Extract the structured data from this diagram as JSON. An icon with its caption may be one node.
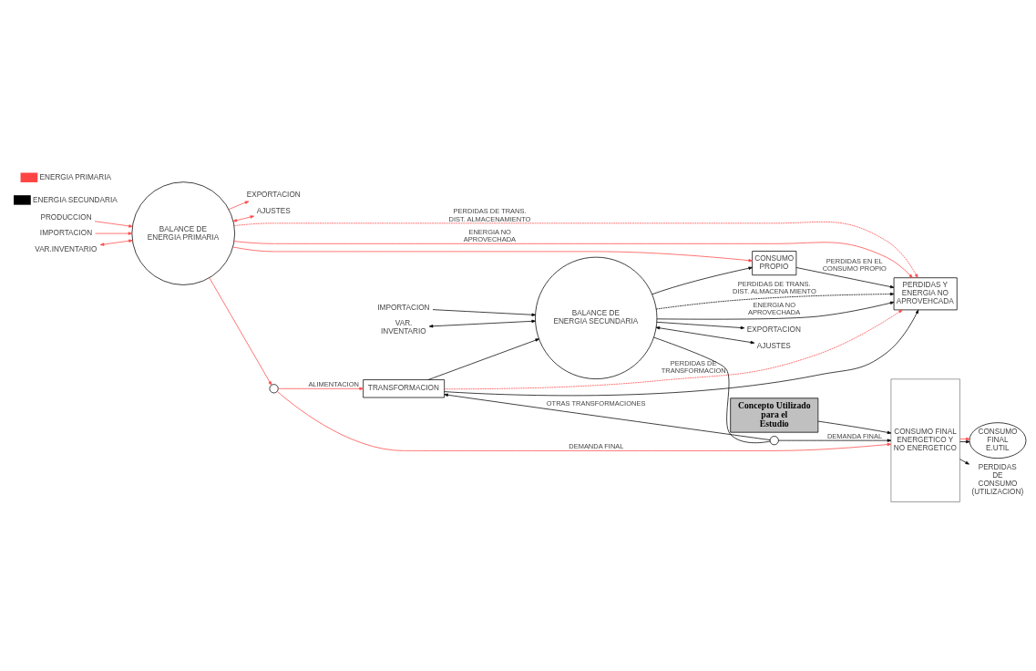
{
  "diagram": {
    "nodes": [
      {
        "text": [
          "BALANCE DE ENERGIA PRIMARIA"
        ]
      },
      {
        "text": [
          "PRODUCCION"
        ]
      },
      {
        "text": [
          "IMPORTACION"
        ]
      },
      {
        "text": [
          "VAR.INVENTARIO"
        ]
      },
      {
        "text": [
          "EXPORTACION"
        ]
      },
      {
        "text": [
          "AJUSTES"
        ]
      },
      {
        "text": [],
        "shape": "circle"
      },
      {
        "text": [
          "TRANSFORMACION"
        ]
      },
      {
        "text": [
          "CONSUMO PROPIO"
        ]
      },
      {
        "text": [
          "PERDIDAS Y ENERGIA NO APROVEHCADA"
        ]
      },
      {
        "text": [
          "BALANCE DE ENERGIA SECUNDARIA"
        ]
      },
      {
        "text": [
          "IMPORTACION"
        ]
      },
      {
        "text": [
          "VAR. INVENTARIO"
        ]
      },
      {
        "text": [
          "EXPORTACION"
        ]
      },
      {
        "text": [
          "AJUSTES"
        ]
      },
      {
        "text": [],
        "shape": "circle"
      },
      {
        "text": [
          "Concepto Utilizado para el Estudio"
        ]
      },
      {
        "text": [
          "CONSUMO FINAL ENERGETICO Y NO ENERGETICO"
        ]
      },
      {
        "text": [
          "CONSUMO FINAL E.UTIL"
        ]
      },
      {
        "text": [
          "PERDIDAS DE CONSUMO (UTILIZACION)"
        ]
      }
    ],
    "edges": [
      {
        "from": 1,
        "to": 0,
        "arrow": "to",
        "color": "#ff4444"
      },
      {
        "from": 2,
        "to": 0,
        "arrow": "to",
        "color": "#ff4444"
      },
      {
        "from": 3,
        "to": 0,
        "arrow": "both",
        "color": "#ff4444"
      },
      {
        "from": 0,
        "to": 4,
        "arrow": "to",
        "color": "#ff4444"
      },
      {
        "from": 0,
        "to": 5,
        "arrow": "both",
        "color": "#ff4444"
      },
      {
        "from": 0,
        "to": 6,
        "arrow": "to",
        "color": "#ff4444"
      },
      {
        "from": 6,
        "to": 7,
        "label": "ALIMENTACION",
        "arrow": "to",
        "color": "#ff4444"
      },
      {
        "from": 0,
        "to": 8,
        "arrow": "to",
        "color": "#ff4444"
      },
      {
        "from": 0,
        "to": 9,
        "label": "PERDIDAS DE TRANS. DIST. ALMACENAMIENTO",
        "arrow": "to",
        "style": "dashed",
        "color": "#ff4444"
      },
      {
        "from": 0,
        "to": 9,
        "label": "ENERGIA NO APROVECHADA",
        "arrow": "to",
        "color": "#ff4444"
      },
      {
        "from": 7,
        "to": 10,
        "arrow": "to"
      },
      {
        "from": 11,
        "to": 10,
        "arrow": "to"
      },
      {
        "from": 12,
        "to": 10,
        "arrow": "both"
      },
      {
        "from": 10,
        "to": 13,
        "arrow": "to"
      },
      {
        "from": 10,
        "to": 14,
        "arrow": "both"
      },
      {
        "from": 10,
        "to": 8,
        "arrow": "to"
      },
      {
        "from": 7,
        "to": 9,
        "label": "PERDIDAS DE TRANSFORMACION",
        "arrow": "to",
        "style": "dashed",
        "color": "#ff4444"
      },
      {
        "from": 7,
        "to": 9,
        "arrow": "to"
      },
      {
        "from": 8,
        "to": 9,
        "label": "PERDIDAS EN EL CONSUMO PROPIO",
        "arrow": "to"
      },
      {
        "from": 10,
        "to": 9,
        "label": "PERDIDAS DE TRANS. DIST. ALMACENA MIENTO",
        "arrow": "to",
        "style": "dashed"
      },
      {
        "from": 10,
        "to": 9,
        "label": "ENERGIA NO APROVECHADA",
        "arrow": "to"
      },
      {
        "from": 10,
        "to": 15,
        "arrow": "none"
      },
      {
        "from": 15,
        "to": 7,
        "label": "OTRAS TRANSFORMACIONES",
        "arrow": "to"
      },
      {
        "from": 15,
        "to": 17,
        "label": "DEMANDA FINAL",
        "arrow": "to"
      },
      {
        "from": 16,
        "to": 17,
        "arrow": "to"
      },
      {
        "from": 6,
        "to": 17,
        "label": "DEMANDA FINAL",
        "arrow": "to",
        "color": "#ff4444"
      },
      {
        "from": 17,
        "to": 18,
        "arrow": "to"
      },
      {
        "from": 17,
        "to": 18,
        "arrow": "to",
        "color": "#ff4444"
      },
      {
        "from": 17,
        "to": 19,
        "arrow": "to"
      }
    ],
    "legend": [
      {
        "text": "ENERGIA PRIMARIA"
      },
      {
        "text": "ENERGIA SECUNDARIA"
      }
    ]
  }
}
